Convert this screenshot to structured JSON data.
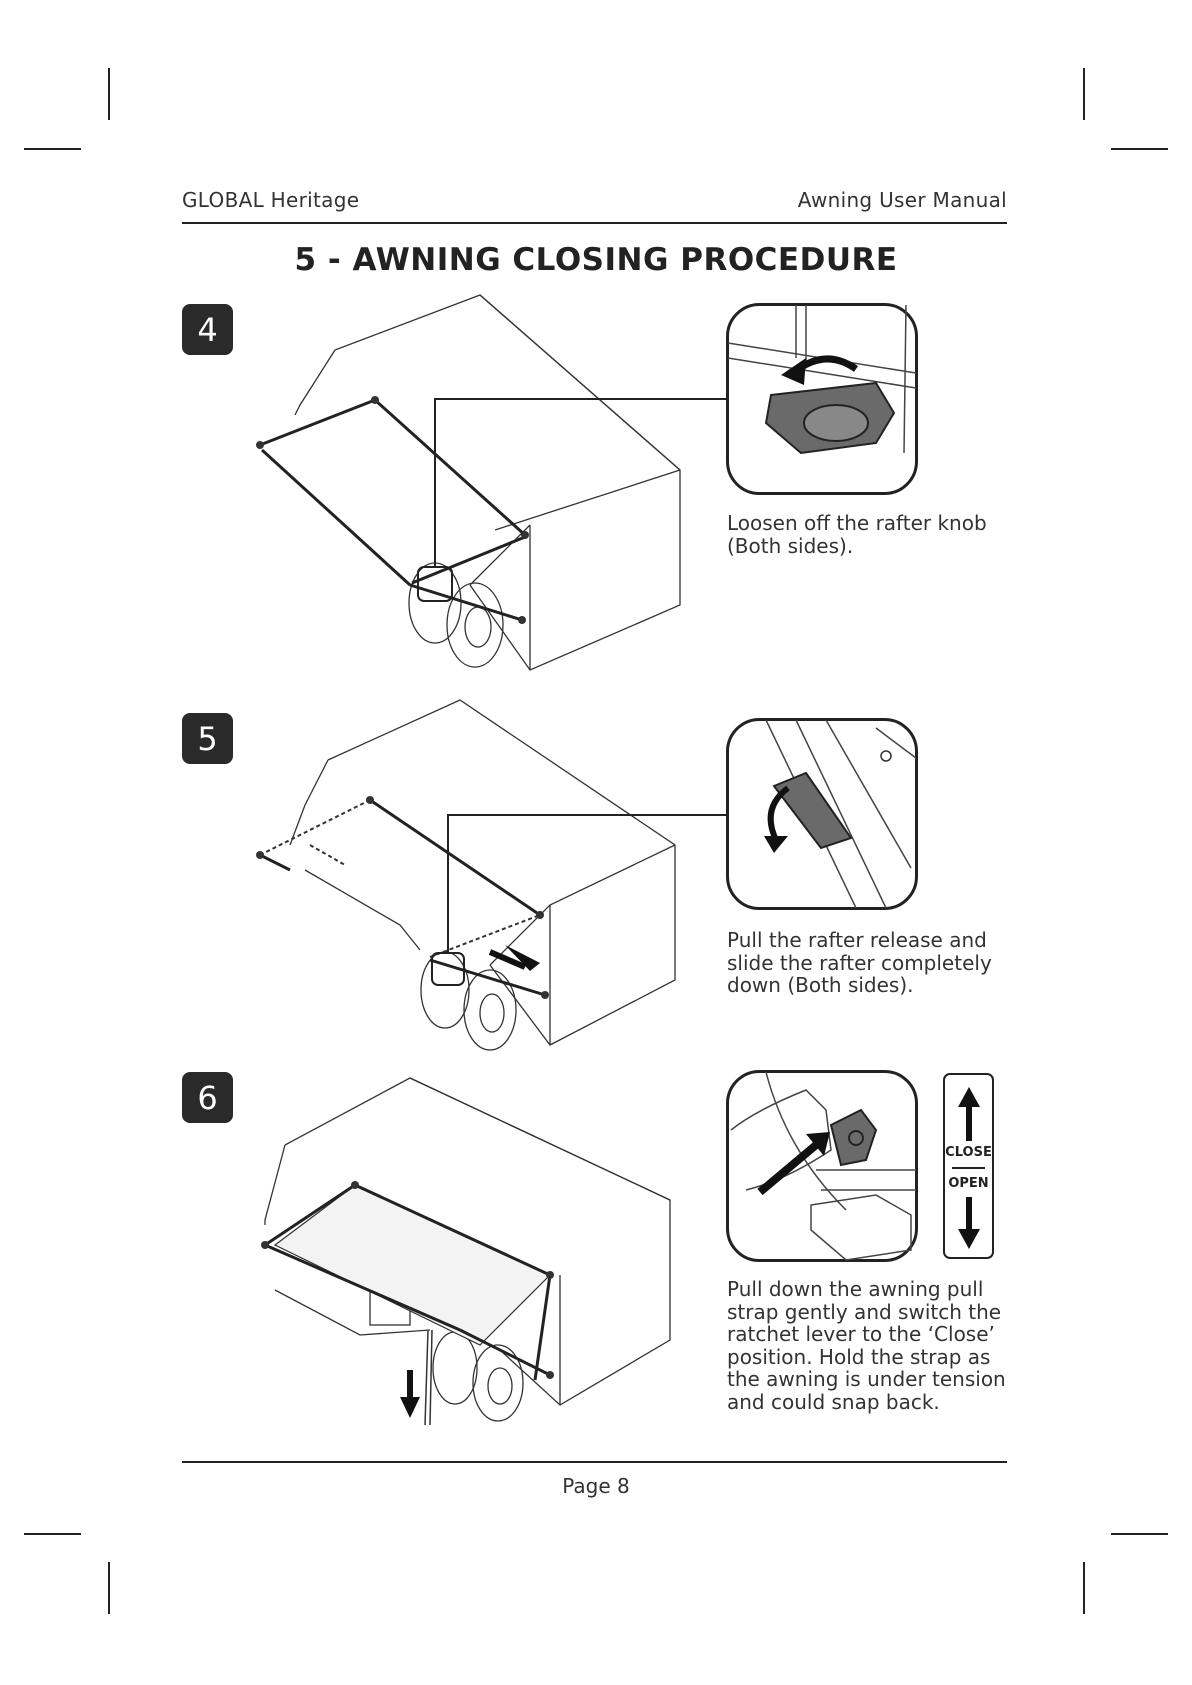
{
  "header": {
    "left": "GLOBAL Heritage",
    "right": "Awning User Manual"
  },
  "title": "5 - AWNING CLOSING PROCEDURE",
  "steps": [
    {
      "number": "4",
      "caption": "Loosen off the rafter knob (Both sides)."
    },
    {
      "number": "5",
      "caption": "Pull the rafter release and slide the rafter completely down (Both sides)."
    },
    {
      "number": "6",
      "caption": "Pull down the awning pull strap gently and switch the ratchet lever to the ‘Close’ position. Hold the strap as the awning is under tension and could snap back."
    }
  ],
  "lever_indicator": {
    "close": "CLOSE",
    "open": "OPEN"
  },
  "footer": {
    "page": "Page 8"
  }
}
